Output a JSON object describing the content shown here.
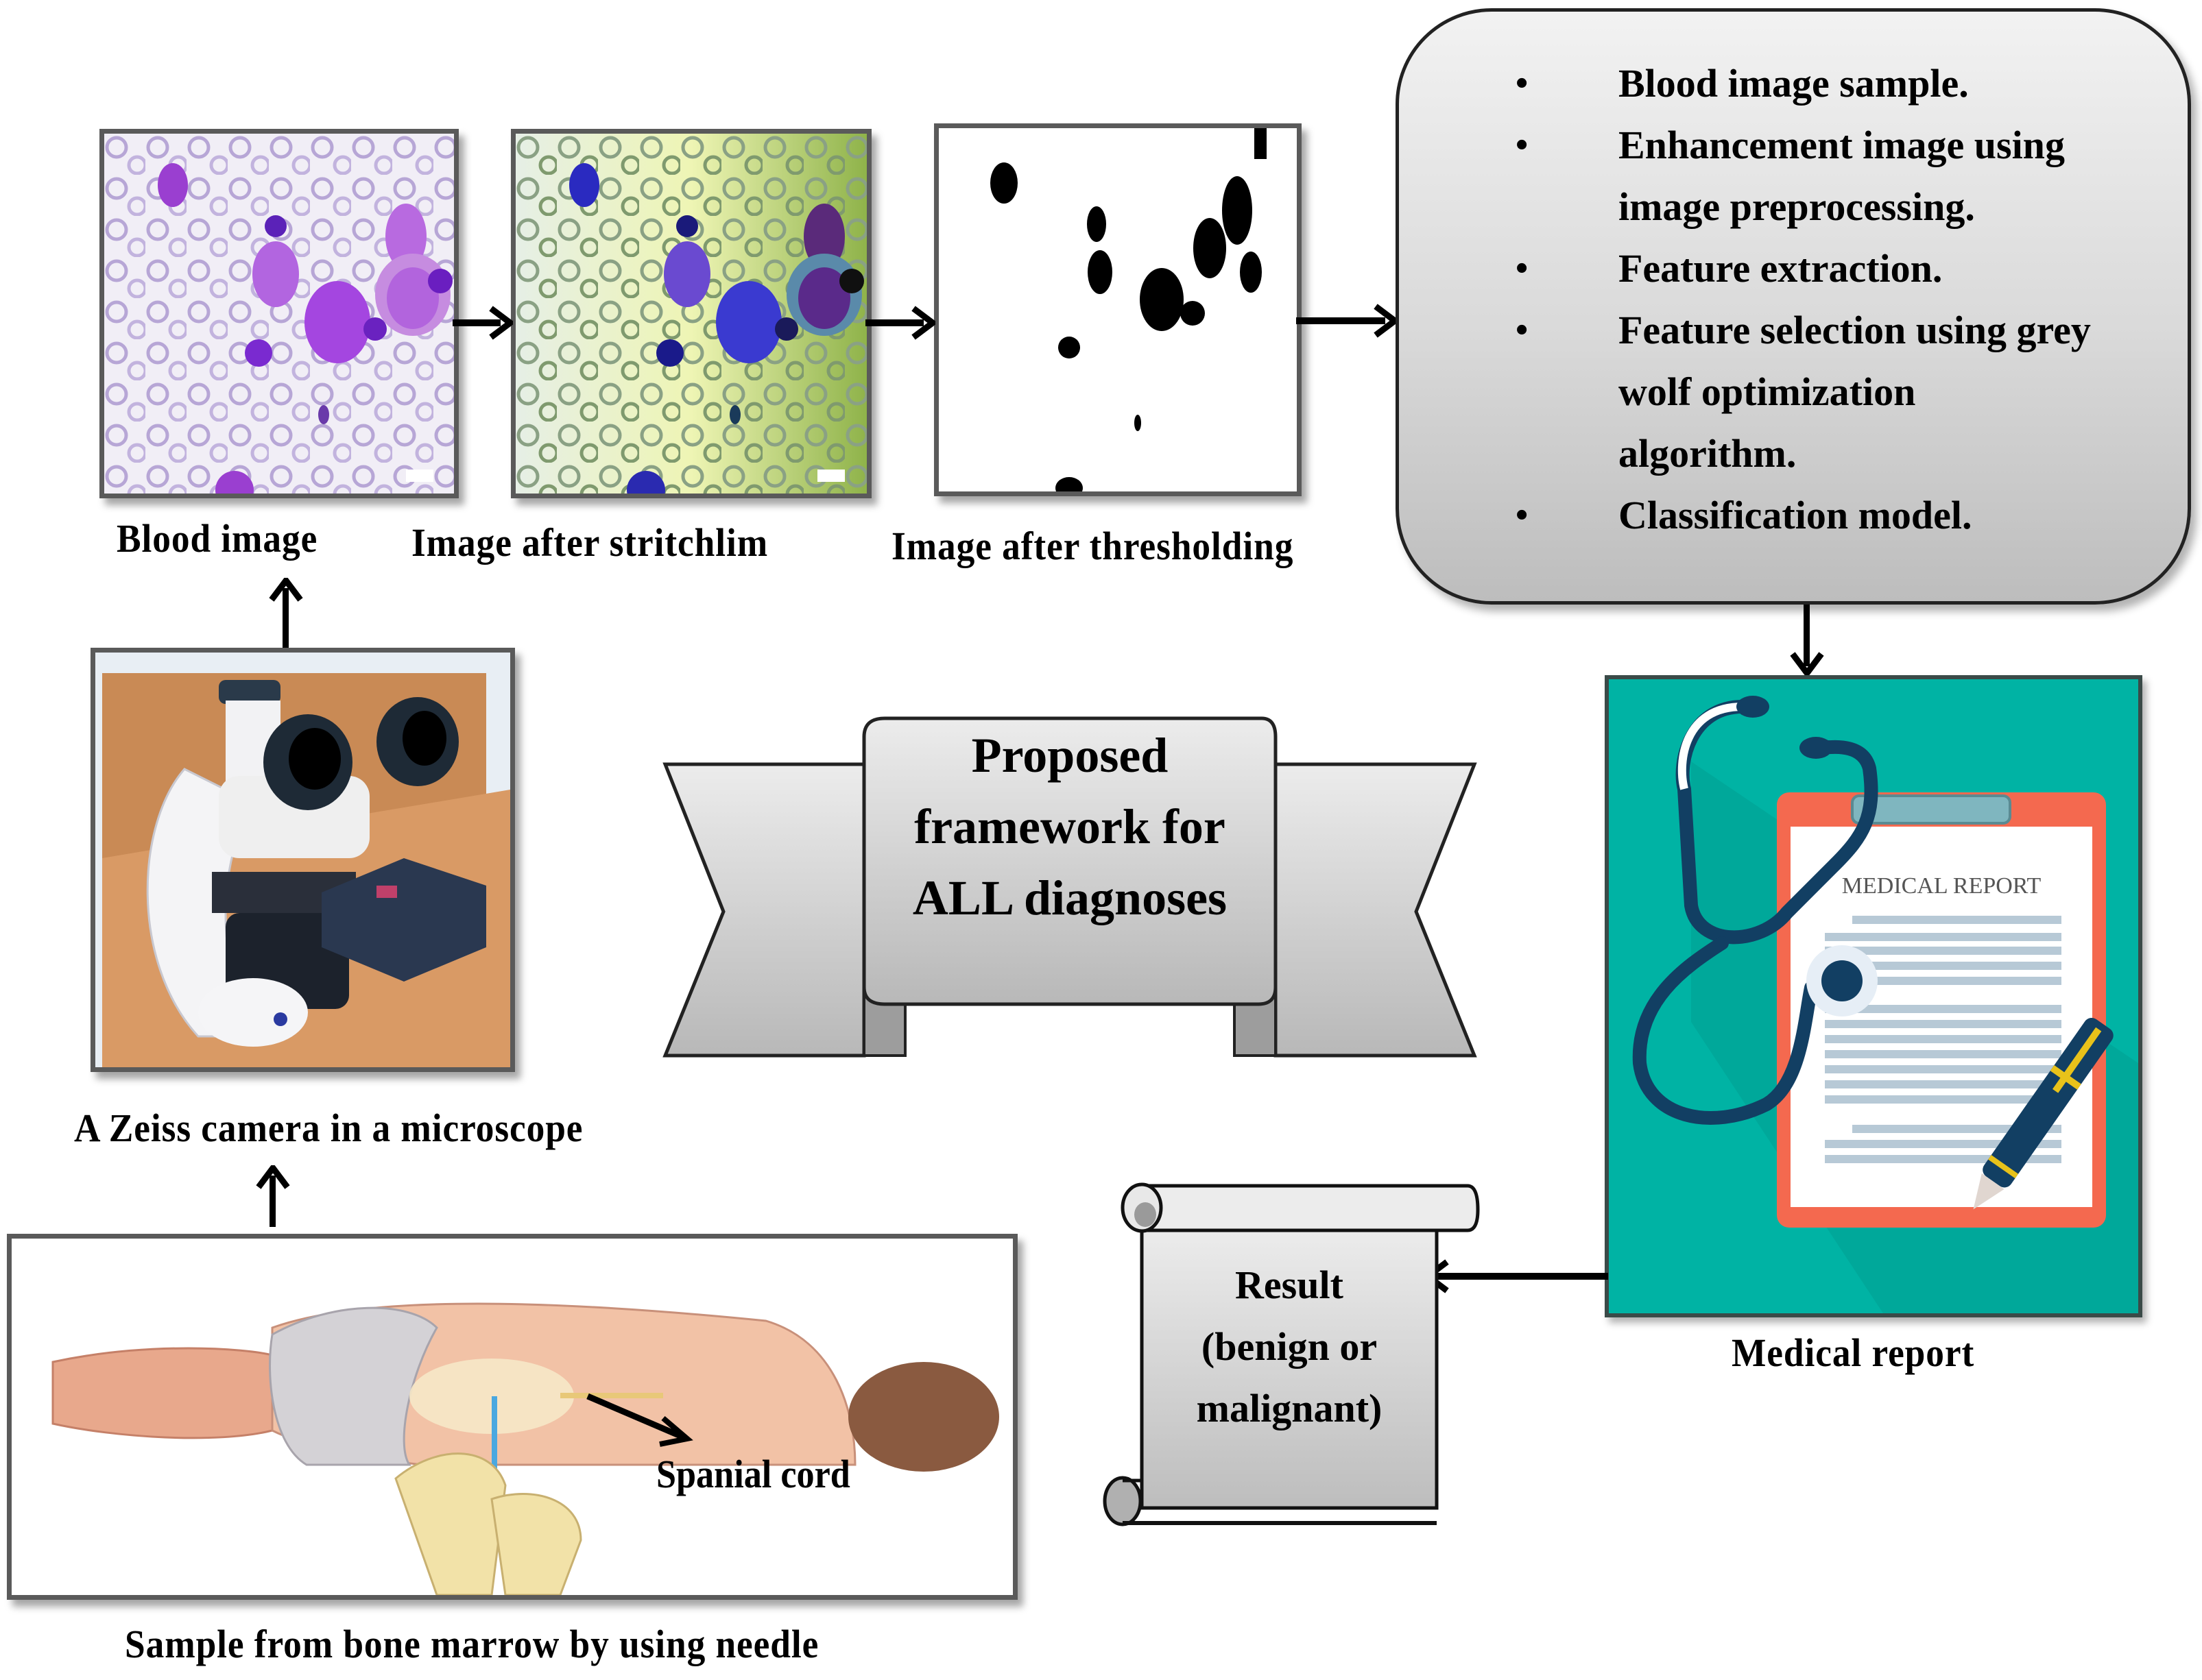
{
  "diagram": {
    "title": "Proposed framework for ALL diagnoses",
    "banner_lines": [
      "Proposed",
      "framework for",
      "ALL diagnoses"
    ],
    "stages": {
      "blood_image": {
        "label": "Blood image"
      },
      "stretchlim_image": {
        "label": "Image after stritchlim"
      },
      "threshold_image": {
        "label": "Image after thresholding"
      },
      "microscope": {
        "label": "A Zeiss camera in a microscope"
      },
      "sample": {
        "label": "Sample from bone marrow by using needle",
        "annotation": "Spanial cord"
      },
      "medical_report": {
        "label": "Medical report",
        "document_title": "MEDICAL REPORT"
      },
      "result": {
        "lines": [
          "Result",
          "(benign or",
          "malignant)"
        ]
      }
    },
    "processing_steps": [
      "Blood image sample.",
      "Enhancement image using image preprocessing.",
      "Feature extraction.",
      "Feature selection using grey wolf optimization algorithm.",
      "Classification model."
    ],
    "bullet_glyph": "•",
    "flow": [
      "Sample from bone marrow by using needle -> A Zeiss camera in a microscope",
      "A Zeiss camera in a microscope -> Blood image",
      "Blood image -> Image after stritchlim",
      "Image after stritchlim -> Image after thresholding",
      "Image after thresholding -> Processing steps",
      "Processing steps -> Medical report",
      "Medical report -> Result (benign or malignant)"
    ],
    "colors": {
      "report_background": "#00b3a4",
      "clipboard": "#f4694f",
      "stethoscope": "#123f63",
      "pen_accent": "#e8c21a",
      "report_lines": "#b7c9d6",
      "cell_purple": "#9a3fd0",
      "cell_dark_blue": "#2a1a9a"
    }
  }
}
